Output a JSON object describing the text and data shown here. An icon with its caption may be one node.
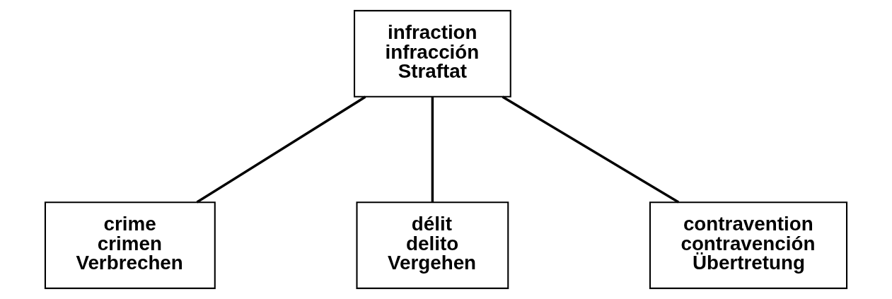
{
  "diagram": {
    "nodes": [
      {
        "text": [
          "infraction",
          "infracción",
          "Straftat"
        ]
      },
      {
        "text": [
          "crime",
          "crimen",
          "Verbrechen"
        ]
      },
      {
        "text": [
          "délit",
          "delito",
          "Vergehen"
        ]
      },
      {
        "text": [
          "contravention",
          "contravención",
          "Übertretung"
        ]
      }
    ],
    "edges": [
      {
        "from": 0,
        "to": 1,
        "arrow": "none"
      },
      {
        "from": 0,
        "to": 2,
        "arrow": "none"
      },
      {
        "from": 0,
        "to": 3,
        "arrow": "none"
      }
    ]
  }
}
